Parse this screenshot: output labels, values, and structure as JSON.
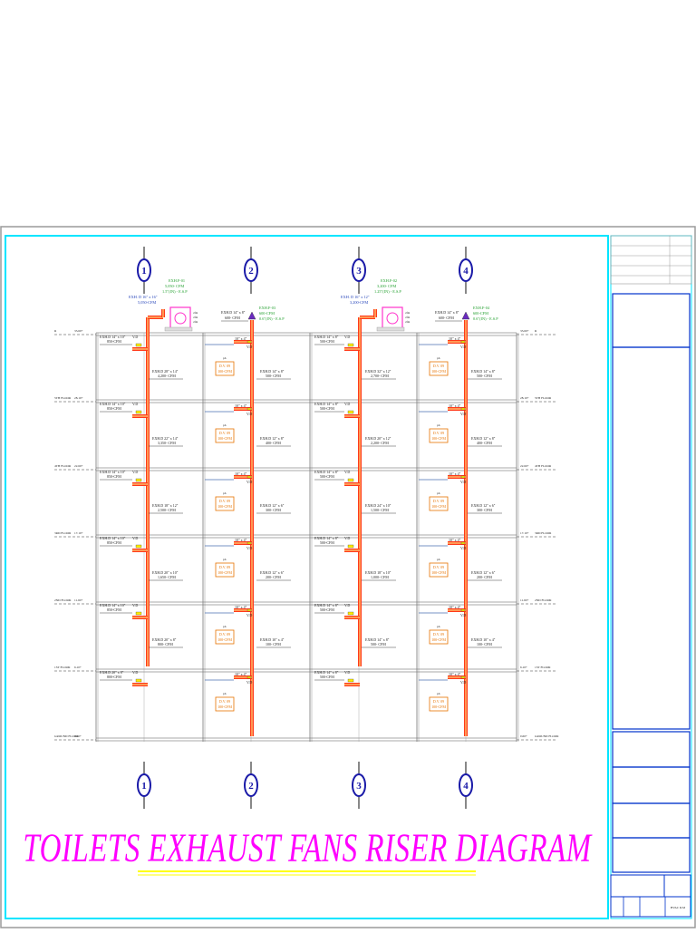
{
  "title": "TOILETS EXHAUST FANS RISER DIAGRAM",
  "colors": {
    "duct": "#ff3a1a",
    "fan": "#ff33cc",
    "title": "#ff00ff",
    "frame": "#00e5ff",
    "green": "#1e9e2a",
    "blue": "#1f3fb8",
    "orange": "#e67300"
  },
  "grid_labels": [
    "1",
    "2",
    "3",
    "4"
  ],
  "floors": [
    {
      "left": "R",
      "right": "R",
      "left_level": "33.60+",
      "right_level": "33.60+"
    },
    {
      "left": "5TH FLOOR",
      "right": "5TH FLOOR",
      "left_level": "28.10+",
      "right_level": "28.10+"
    },
    {
      "left": "4TH FLOOR",
      "right": "4TH FLOOR",
      "left_level": "22.60+",
      "right_level": "22.60+"
    },
    {
      "left": "3RD FLOOR",
      "right": "3RD FLOOR",
      "left_level": "17.10+",
      "right_level": "17.10+"
    },
    {
      "left": "2ND FLOOR",
      "right": "2ND FLOOR",
      "left_level": "11.60+",
      "right_level": "11.60+"
    },
    {
      "left": "1ST FLOOR",
      "right": "1ST FLOOR",
      "left_level": "6.10+",
      "right_level": "6.10+"
    },
    {
      "left": "GROUND FLOOR",
      "right": "GROUND FLOOR",
      "left_level": "0.60+",
      "right_level": "0.60+"
    }
  ],
  "fans": [
    {
      "id": "EXH.F-01",
      "cfm": "5,050- CFM",
      "sp": "1.5\"(IN) - E.S.P",
      "duct": "EXH. D 16\" x 16\"",
      "duct_cfm": "5,050-CFM"
    },
    {
      "id": "EXH.F-03",
      "cfm": "600-CFM",
      "sp": "0.6\"(IN) - E.S.P",
      "duct": "EXH.D 14\" x 8\"",
      "duct_cfm": "600- CFM"
    },
    {
      "id": "EXH.F-02",
      "cfm": "3,200- CFM",
      "sp": "1.25\"(IN) - E.S.P",
      "duct": "EXH. D 16\" x 12\"",
      "duct_cfm": "3,200-CFM"
    },
    {
      "id": "EXH.F-04",
      "cfm": "600-CFM",
      "sp": "0.6\"(IN) - E.S.P",
      "duct": "EXH.D 14\" x 8\"",
      "duct_cfm": "600- CFM"
    }
  ],
  "branches_riser1": [
    {
      "label": "EXH.D 14\" x 10\"",
      "cfm": "850-CFM"
    },
    {
      "label": "EXH.D 14\" x 10\"",
      "cfm": "850-CFM"
    },
    {
      "label": "EXH.D 14\" x 10\"",
      "cfm": "850-CFM"
    },
    {
      "label": "EXH.D 14\" x 10\"",
      "cfm": "850-CFM"
    },
    {
      "label": "EXH.D 14\" x 10\"",
      "cfm": "850-CFM"
    },
    {
      "label": "EXH.D 20\" x 8\"",
      "cfm": "800-CFM"
    }
  ],
  "riser1_ducts": [
    {
      "label": "EXH.D 28\" x 14\"",
      "cfm": "4,200- CFM"
    },
    {
      "label": "EXH.D 22\" x 14\"",
      "cfm": "3,350- CFM"
    },
    {
      "label": "EXH.D 18\" x 12\"",
      "cfm": "2,500- CFM"
    },
    {
      "label": "EXH.D 20\" x 10\"",
      "cfm": "1,650- CFM"
    },
    {
      "label": "EXH.D 20\" x 8\"",
      "cfm": "800- CFM"
    }
  ],
  "riser2_ducts": [
    {
      "label": "EXH.D 14\" x 8\"",
      "cfm": "500- CFM"
    },
    {
      "label": "EXH.D 12\" x 8\"",
      "cfm": "400- CFM"
    },
    {
      "label": "EXH.D 12\" x 6\"",
      "cfm": "300- CFM"
    },
    {
      "label": "EXH.D 12\" x 6\"",
      "cfm": "200- CFM"
    },
    {
      "label": "EXH.D 10\" x 4\"",
      "cfm": "100- CFM"
    }
  ],
  "branches_riser3": [
    {
      "label": "EXH.D 14\" x 8\"",
      "cfm": "500-CFM"
    },
    {
      "label": "EXH.D 14\" x 8\"",
      "cfm": "500-CFM"
    },
    {
      "label": "EXH.D 14\" x 8\"",
      "cfm": "500-CFM"
    },
    {
      "label": "EXH.D 14\" x 8\"",
      "cfm": "500-CFM"
    },
    {
      "label": "EXH.D 14\" x 8\"",
      "cfm": "500-CFM"
    },
    {
      "label": "EXH.D 14\" x 8\"",
      "cfm": "500-CFM"
    }
  ],
  "riser3_ducts": [
    {
      "label": "EXH.D 32\" x 12\"",
      "cfm": "2,700- CFM"
    },
    {
      "label": "EXH.D 20\" x 12\"",
      "cfm": "2,200- CFM"
    },
    {
      "label": "EXH.D 24\" x 10\"",
      "cfm": "1,500- CFM"
    },
    {
      "label": "EXH.D 18\" x 10\"",
      "cfm": "1,000- CFM"
    },
    {
      "label": "EXH.D 14\" x 8\"",
      "cfm": "500- CFM"
    }
  ],
  "riser4_ducts": [
    {
      "label": "EXH.D 14\" x 8\"",
      "cfm": "500- CFM"
    },
    {
      "label": "EXH.D 12\" x 8\"",
      "cfm": "400- CFM"
    },
    {
      "label": "EXH.D 12\" x 6\"",
      "cfm": "300- CFM"
    },
    {
      "label": "EXH.D 12\" x 6\"",
      "cfm": "200- CFM"
    },
    {
      "label": "EXH.D 10\" x 4\"",
      "cfm": "100- CFM"
    }
  ],
  "vd_label": "V.D",
  "small_duct": "10\" x 4\"",
  "diffuser_top": "D.V. 09",
  "diffuser_bot": "100-CFM",
  "diffuser_tag": "ph",
  "titleblock_label": "HVAC R.M"
}
